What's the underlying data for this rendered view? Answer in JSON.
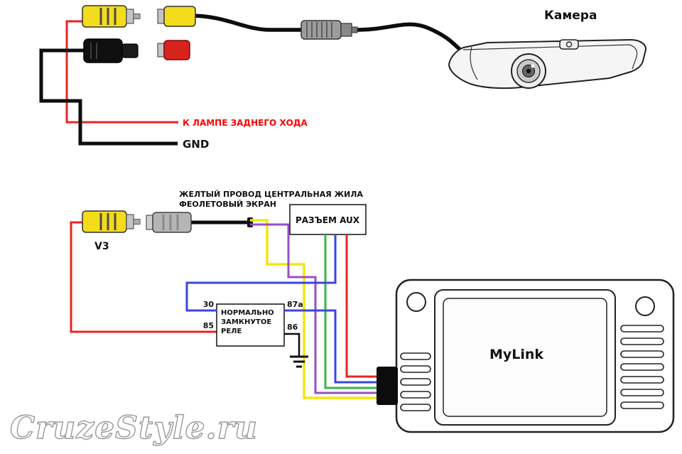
{
  "diagram": {
    "camera_label": "Камера",
    "reverse_lamp_label": "К ЛАМПЕ ЗАДНЕГО ХОДА",
    "gnd_label": "GND",
    "wire_note_line1": "ЖЕЛТЫЙ ПРОВОД ЦЕНТРАЛЬНАЯ ЖИЛА",
    "wire_note_line2": "ФЕОЛЕТОВЫЙ ЭКРАН",
    "aux_box_label": "РАЗЪЕМ AUX",
    "v3_label": "V3",
    "relay": {
      "title_lines": [
        "НОРМАЛЬНО",
        "ЗАМКНУТОЕ",
        "РЕЛЕ"
      ],
      "pins": {
        "p30": "30",
        "p87a": "87a",
        "p85": "85",
        "p86": "86"
      }
    },
    "head_unit_label": "MyLink",
    "watermark": "CruzeStyle.ru"
  },
  "colors": {
    "wire-red": "#e8251f",
    "wire-black": "#0d0d0d",
    "wire-yellow": "#f5e60a",
    "wire-purple": "#9a4fc4",
    "wire-green": "#3ab54a",
    "wire-blue": "#3a45e0",
    "label-red": "#ff0000",
    "connector-yellow": "#f2dc1b",
    "connector-red": "#d8231d",
    "connector-gray": "#b5b5b5",
    "watermark-gray": "#999999"
  }
}
